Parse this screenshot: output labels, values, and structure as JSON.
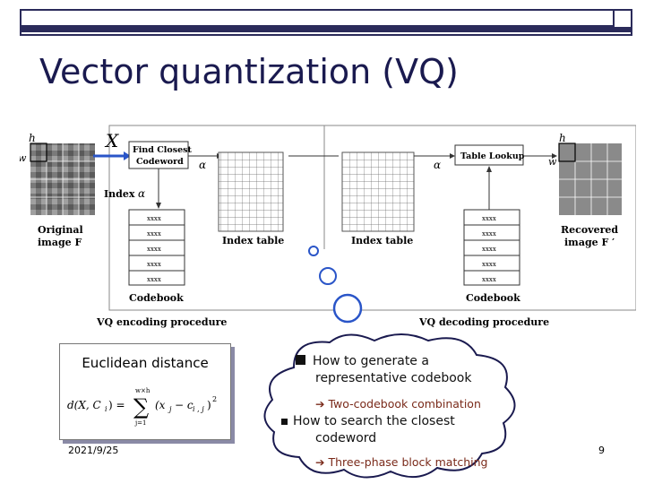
{
  "slide": {
    "title": "Vector quantization (VQ)",
    "date": "2021/9/25",
    "page_number": "9"
  },
  "diagram": {
    "input_vector": "X",
    "find_closest_label": [
      "Find Closest",
      "Codeword"
    ],
    "table_lookup_label": "Table Lookup",
    "index_label": "Index",
    "alpha": "α",
    "h": "h",
    "w": "w",
    "original_image_label": [
      "Original",
      "image F"
    ],
    "recovered_image_label": [
      "Recovered",
      "image F ′"
    ],
    "index_table_label": "Index table",
    "codebook_label": "Codebook",
    "codeword_entry": "xxxx",
    "encoding_caption": "VQ encoding procedure",
    "decoding_caption": "VQ decoding procedure"
  },
  "euclid": {
    "title": "Euclidean distance",
    "formula_lhs": "d(X, C",
    "formula_rhs": "(x",
    "sum_top": "w×h",
    "sum_bottom": "j=1"
  },
  "cloud": {
    "bullet1": [
      "How to generate a",
      "representative codebook"
    ],
    "sub1": "Two-codebook combination",
    "bullet2": [
      "How to search the closest",
      "codeword"
    ],
    "sub2": "Three-phase block matching"
  }
}
